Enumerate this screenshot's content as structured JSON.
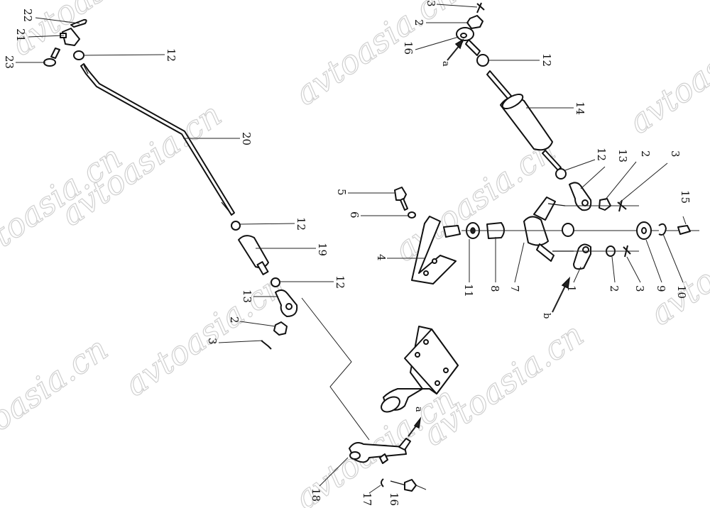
{
  "diagram": {
    "title": "Gear shift linkage exploded view",
    "watermark_text": "avtoasia.cn",
    "colors": {
      "line": "#111111",
      "background": "#ffffff",
      "watermark": "#c8c8c8"
    },
    "callouts": [
      {
        "id": "c22",
        "label": "22",
        "part": "cotter-pin-top"
      },
      {
        "id": "c21",
        "label": "21",
        "part": "clevis-block"
      },
      {
        "id": "c23",
        "label": "23",
        "part": "clevis-bolt"
      },
      {
        "id": "c12a",
        "label": "12",
        "part": "nut-upper-left"
      },
      {
        "id": "c20",
        "label": "20",
        "part": "shift-rod"
      },
      {
        "id": "c12b",
        "label": "12",
        "part": "nut-rod-lower"
      },
      {
        "id": "c19",
        "label": "19",
        "part": "adjuster-sleeve-lower"
      },
      {
        "id": "c12c",
        "label": "12",
        "part": "nut-below-sleeve"
      },
      {
        "id": "c13a",
        "label": "13",
        "part": "ball-joint-lower"
      },
      {
        "id": "c2a",
        "label": "2",
        "part": "nut-lower-left"
      },
      {
        "id": "c3a",
        "label": "3",
        "part": "cotter-pin-lower-left"
      },
      {
        "id": "c3b",
        "label": "3",
        "part": "cotter-pin-top-right"
      },
      {
        "id": "c2b",
        "label": "2",
        "part": "nut-top-right"
      },
      {
        "id": "c16a",
        "label": "16",
        "part": "ball-joint-top"
      },
      {
        "id": "c12d",
        "label": "12",
        "part": "nut-top-right-lower"
      },
      {
        "id": "c14",
        "label": "14",
        "part": "adjuster-sleeve-upper"
      },
      {
        "id": "c12e",
        "label": "12",
        "part": "nut-below-upper-sleeve"
      },
      {
        "id": "c13b",
        "label": "13",
        "part": "ball-joint-upper-right"
      },
      {
        "id": "c2c",
        "label": "2",
        "part": "nut-upper-arm"
      },
      {
        "id": "c3c",
        "label": "3",
        "part": "cotter-pin-upper-arm"
      },
      {
        "id": "c5",
        "label": "5",
        "part": "bracket-bolt"
      },
      {
        "id": "c6",
        "label": "6",
        "part": "washer"
      },
      {
        "id": "c4",
        "label": "4",
        "part": "bracket"
      },
      {
        "id": "c15",
        "label": "15",
        "part": "grease-nipple"
      },
      {
        "id": "c11",
        "label": "11",
        "part": "bushing-left"
      },
      {
        "id": "c8",
        "label": "8",
        "part": "spacer"
      },
      {
        "id": "c7",
        "label": "7",
        "part": "bell-crank-lever"
      },
      {
        "id": "c1",
        "label": "1",
        "part": "ball-joint-lower-right"
      },
      {
        "id": "c2d",
        "label": "2",
        "part": "nut-lower-arm"
      },
      {
        "id": "c3d",
        "label": "3",
        "part": "cotter-pin-lower-arm"
      },
      {
        "id": "c9",
        "label": "9",
        "part": "washer-large"
      },
      {
        "id": "c10",
        "label": "10",
        "part": "circlip"
      },
      {
        "id": "c18",
        "label": "18",
        "part": "lever-arm-bottom"
      },
      {
        "id": "c17",
        "label": "17",
        "part": "spring-washer"
      },
      {
        "id": "c16b",
        "label": "16",
        "part": "bolt-bottom"
      }
    ],
    "arrows": [
      {
        "id": "arrow-a-top",
        "label": "a"
      },
      {
        "id": "arrow-b",
        "label": "b"
      },
      {
        "id": "arrow-a-bottom",
        "label": "a"
      }
    ]
  }
}
